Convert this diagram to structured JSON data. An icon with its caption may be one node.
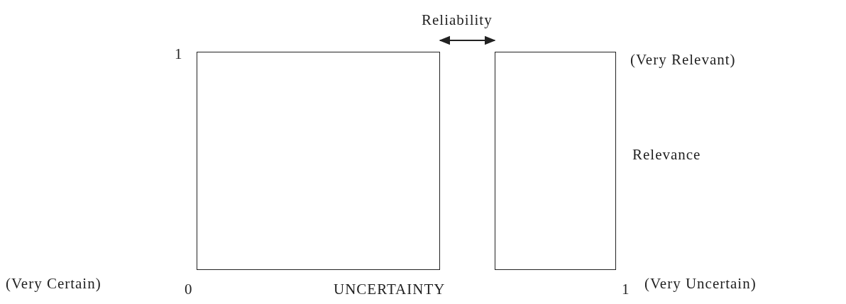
{
  "diagram": {
    "nodes": [
      {
        "text": [],
        "shape": "box"
      },
      {
        "text": [],
        "shape": "box"
      }
    ],
    "edges": [
      {
        "from": 0,
        "to": 1,
        "arrow": "both",
        "label": "Reliability"
      }
    ],
    "labels": [
      "1",
      "(Very Relevant)",
      "Relevance",
      "(Very Certain)",
      "0",
      "UNCERTAINTY",
      "1",
      "(Very Uncertain)"
    ]
  }
}
